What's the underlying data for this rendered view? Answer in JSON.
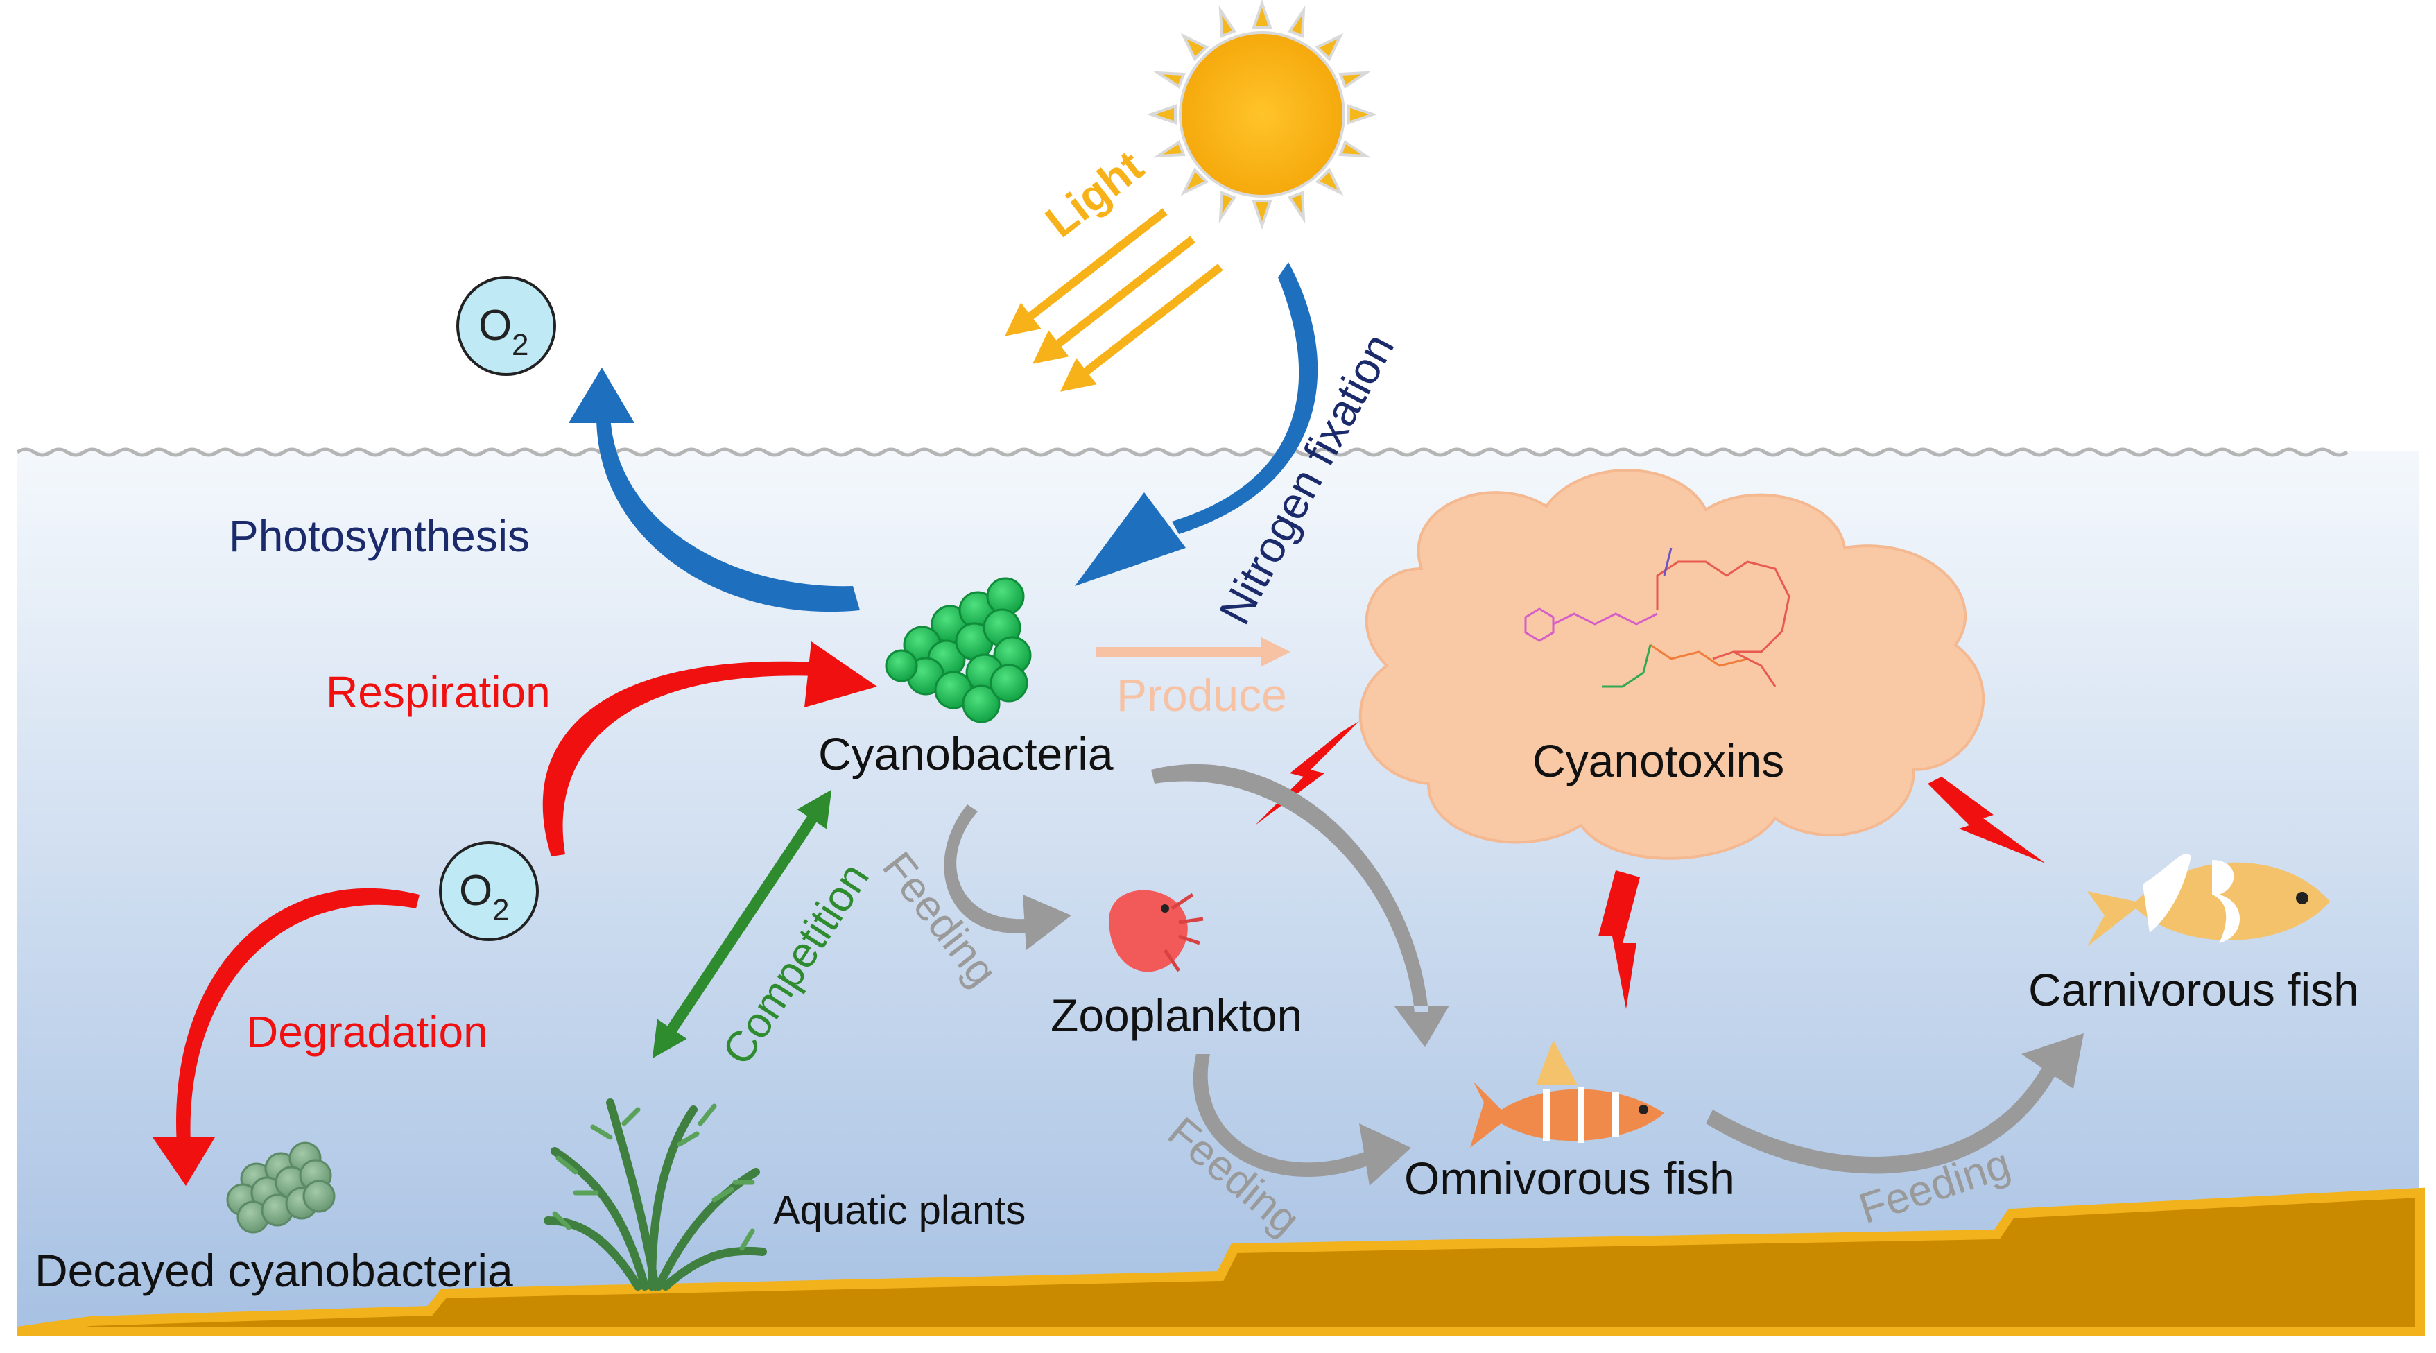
{
  "labels": {
    "light": "Light",
    "o2_symbol": "O",
    "o2_subscript": "2",
    "photosynthesis": "Photosynthesis",
    "nitrogen_fixation": "Nitrogen fixation",
    "respiration": "Respiration",
    "cyanobacteria": "Cyanobacteria",
    "produce": "Produce",
    "cyanotoxins": "Cyanotoxins",
    "degradation": "Degradation",
    "competition": "Competition",
    "feeding_1": "Feeding",
    "zooplankton": "Zooplankton",
    "feeding_2": "Feeding",
    "omnivorous_fish": "Omnivorous fish",
    "feeding_3": "Feeding",
    "carnivorous_fish": "Carnivorous fish",
    "decayed_cyanobacteria": "Decayed cyanobacteria",
    "aquatic_plants": "Aquatic plants"
  },
  "colors": {
    "water_top": "#f2f6fb",
    "water_bottom": "#a9c3e4",
    "sediment": "#c98a00",
    "sediment_edge": "#f2b21b",
    "sun": "#f7b21a",
    "blue_arrow": "#1f6fbf",
    "navy_text": "#1b2a6b",
    "red": "#f01010",
    "green_arrow": "#2e8b2e",
    "gray_arrow": "#9a9a9a",
    "produce_arrow": "#f7c2a4",
    "cloud": "#f9c9a6",
    "cyano": "#22c55e",
    "decayed": "#7fb08a",
    "o2_fill": "#bfe9f5",
    "zooplankton": "#f25a5a",
    "fish_orange": "#f08a4b",
    "fish_yellow": "#f3c26b"
  },
  "icons": [
    "sun-icon",
    "cyanobacteria-cluster-icon",
    "decayed-cyanobacteria-icon",
    "zooplankton-icon",
    "omnivorous-fish-icon",
    "carnivorous-fish-icon",
    "aquatic-plant-icon",
    "lightning-icon",
    "cyanotoxin-structure-icon"
  ]
}
